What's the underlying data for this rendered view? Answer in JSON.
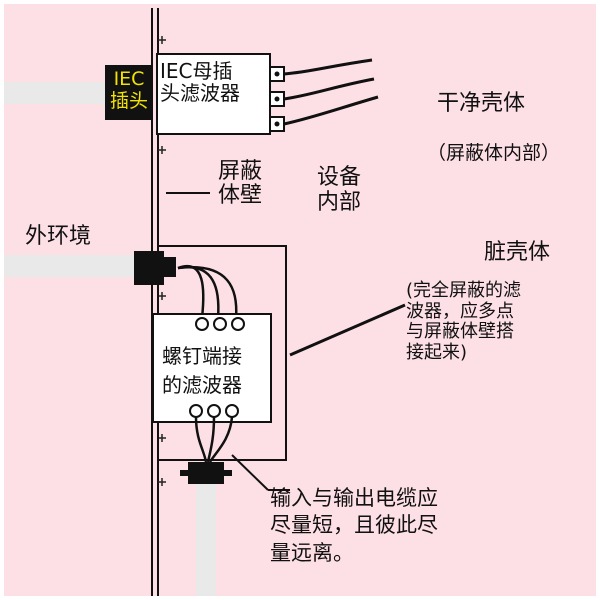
{
  "colors": {
    "background": "#fde0e6",
    "plug_fill": "#111111",
    "plug_text": "#f2e300",
    "filter_box": "#ffffff",
    "cable": "#e9e9e9",
    "line": "#111111"
  },
  "labels": {
    "iec_plug": "IEC\n插头",
    "iec_socket_filter": "IEC母插\n头滤波器",
    "clean_housing": "干净壳体",
    "clean_housing_sub": "（屏蔽体内部）",
    "shield_wall": "屏蔽\n体壁",
    "equipment_inside": "设备\n内部",
    "external_environment": "外环境",
    "dirty_housing": "脏壳体",
    "dirty_housing_note": "(完全屏蔽的滤\n波器，应多点\n与屏蔽体壁搭\n接起来)",
    "screw_terminal_filter": "螺钉端接\n的滤波器",
    "cable_note": "输入与输出电缆应\n尽量短，且彼此尽\n量远离。"
  }
}
